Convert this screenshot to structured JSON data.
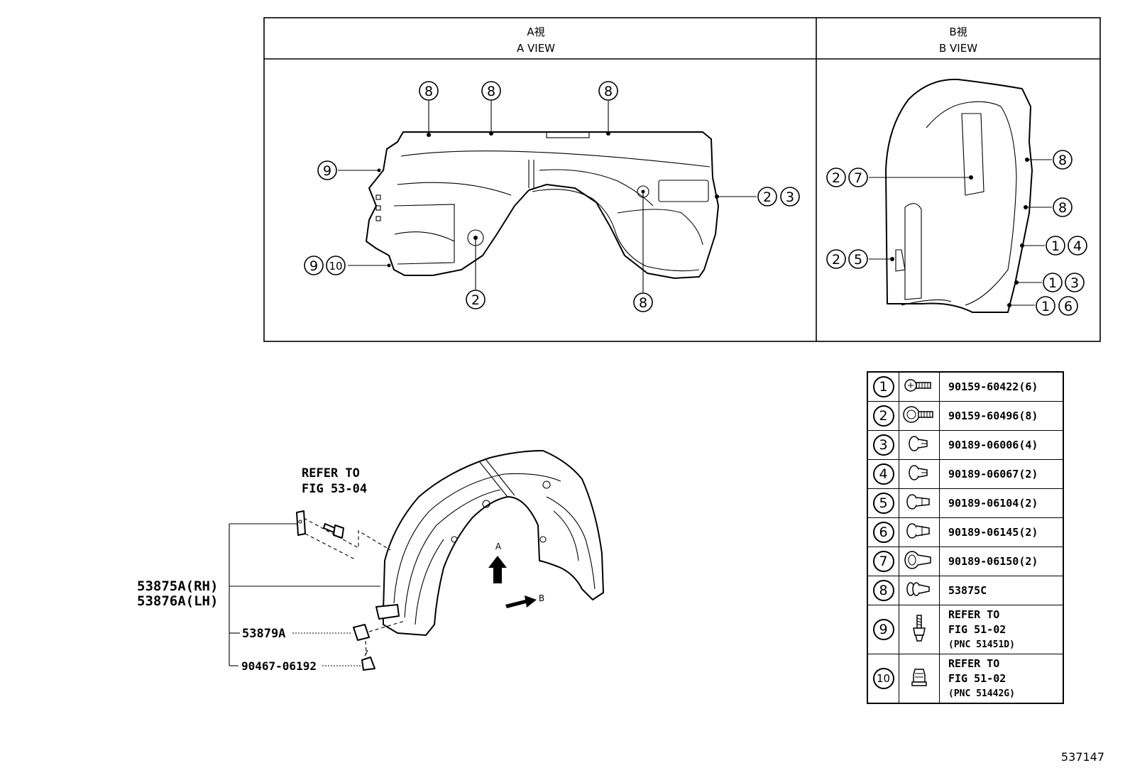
{
  "views": {
    "a": {
      "title_jp": "A視",
      "title_en": "A VIEW"
    },
    "b": {
      "title_jp": "B視",
      "title_en": "B VIEW"
    }
  },
  "callouts_a": {
    "c1": "8",
    "c2": "8",
    "c3": "8",
    "c4": "9",
    "c5a": "9",
    "c5b": "10",
    "c6a": "2",
    "c6b": "3",
    "c7": "2",
    "c8": "8"
  },
  "callouts_b": {
    "c1a": "2",
    "c1b": "7",
    "c2a": "2",
    "c2b": "5",
    "c3": "8",
    "c4": "8",
    "c5a": "1",
    "c5b": "4",
    "c6a": "1",
    "c6b": "3",
    "c7a": "1",
    "c7b": "6"
  },
  "main": {
    "refer_line1": "REFER TO",
    "refer_line2": "FIG 53-04",
    "label_rh": "53875A(RH)",
    "label_lh": "53876A(LH)",
    "label_bracket": "53879A",
    "label_clip": "90467-06192",
    "arrow_a": "A",
    "arrow_b": "B"
  },
  "parts_table": [
    {
      "num": "1",
      "icon": "screw-icon",
      "code": "90159-60422(6)"
    },
    {
      "num": "2",
      "icon": "screw-washer-icon",
      "code": "90159-60496(8)"
    },
    {
      "num": "3",
      "icon": "clip-icon",
      "code": "90189-06006(4)"
    },
    {
      "num": "4",
      "icon": "clip-icon",
      "code": "90189-06067(2)"
    },
    {
      "num": "5",
      "icon": "clip-icon",
      "code": "90189-06104(2)"
    },
    {
      "num": "6",
      "icon": "clip-icon",
      "code": "90189-06145(2)"
    },
    {
      "num": "7",
      "icon": "clip-icon",
      "code": "90189-06150(2)"
    },
    {
      "num": "8",
      "icon": "push-clip-icon",
      "code": "53875C"
    },
    {
      "num": "9",
      "icon": "bolt-icon",
      "line1": "REFER TO",
      "line2": "FIG 51-02",
      "line3": "(PNC 51451D)"
    },
    {
      "num": "10",
      "icon": "nut-icon",
      "line1": "REFER TO",
      "line2": "FIG 51-02",
      "line3": "(PNC 51442G)"
    }
  ],
  "figure_number": "537147"
}
